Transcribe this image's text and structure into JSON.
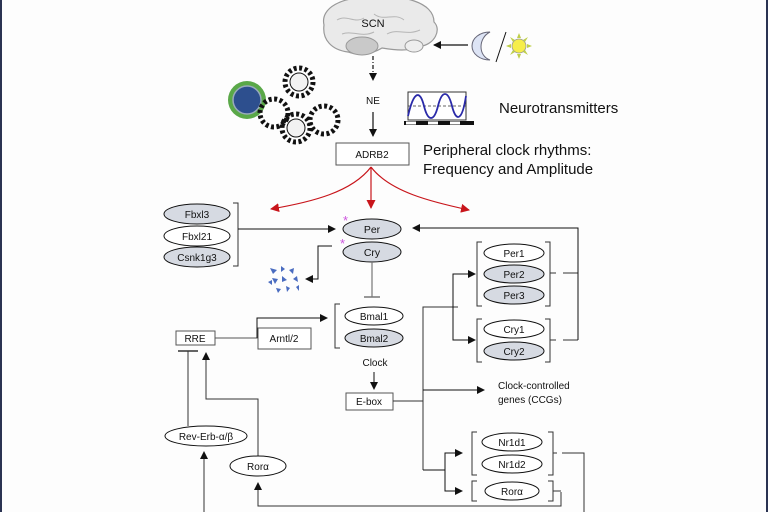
{
  "colors": {
    "shaded_node": "#d6dae2",
    "plain_node": "#ffffff",
    "red_arrow": "#c8151b",
    "asterisk": "#cc55dd",
    "degradation": "#4a6cc0",
    "wave": "#2a2aa8",
    "gear_green": "#5aa848",
    "frame": "#2a3352"
  },
  "header": {
    "brain_label": "SCN",
    "ne_label": "NE",
    "neurotransmitters_label": "Neurotransmitters",
    "receptor_label": "ADRB2",
    "peripheral_line1": "Peripheral clock rhythms:",
    "peripheral_line2": "Frequency and Amplitude"
  },
  "regulators": [
    {
      "label": "Fbxl3",
      "shaded": true
    },
    {
      "label": "Fbxl21",
      "shaded": false
    },
    {
      "label": "Csnk1g3",
      "shaded": true
    }
  ],
  "core": {
    "per": "Per",
    "cry": "Cry",
    "asterisk": "*",
    "bmal1": "Bmal1",
    "bmal2": "Bmal2",
    "clock": "Clock",
    "ebox": "E-box",
    "rre": "RRE",
    "arntl": "Arntl/2"
  },
  "per_group": [
    "Per1",
    "Per2",
    "Per3"
  ],
  "cry_group": [
    "Cry1",
    "Cry2"
  ],
  "ccg_line1": "Clock-controlled",
  "ccg_line2": "genes (CCGs)",
  "nr_group": [
    "Nr1d1",
    "Nr1d2"
  ],
  "ror_group_label": "Rorα",
  "rev_erb": "Rev-Erb-α/β",
  "ror_left": "Rorα"
}
